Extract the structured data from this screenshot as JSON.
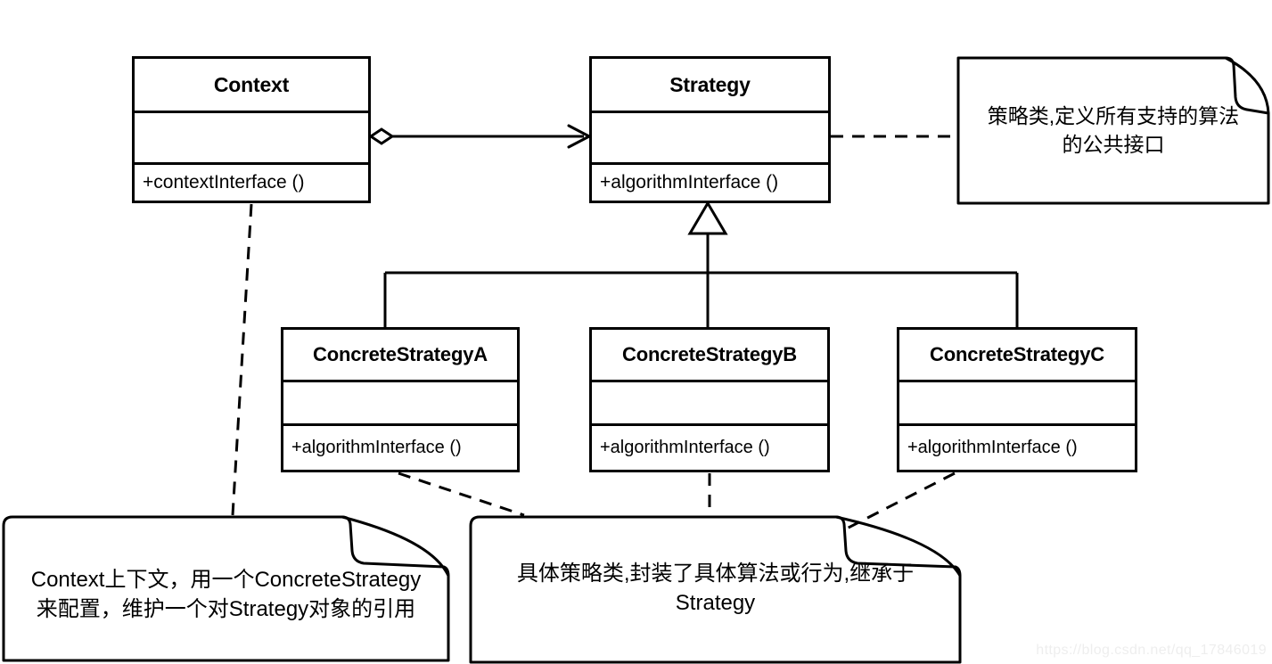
{
  "diagram": {
    "title": "Strategy Pattern UML Class Diagram",
    "stroke_color": "#000000",
    "background_color": "#ffffff",
    "watermark": "https://blog.csdn.net/qq_17846019"
  },
  "classes": [
    {
      "id": "context",
      "name": "Context",
      "attributes": "",
      "operations": "+contextInterface ()"
    },
    {
      "id": "strategy",
      "name": "Strategy",
      "attributes": "",
      "operations": "+algorithmInterface ()"
    },
    {
      "id": "concrete_a",
      "name": "ConcreteStrategyA",
      "attributes": "",
      "operations": "+algorithmInterface ()"
    },
    {
      "id": "concrete_b",
      "name": "ConcreteStrategyB",
      "attributes": "",
      "operations": "+algorithmInterface ()"
    },
    {
      "id": "concrete_c",
      "name": "ConcreteStrategyC",
      "attributes": "",
      "operations": "+algorithmInterface ()"
    }
  ],
  "notes": [
    {
      "id": "note_strategy",
      "text": "策略类,定义所有支持的算法\n的公共接口",
      "attached_to": "Strategy"
    },
    {
      "id": "note_context",
      "text": "Context上下文，用一个ConcreteStrategy\n来配置，维护一个对Strategy对象的引用",
      "attached_to": "Context"
    },
    {
      "id": "note_concrete",
      "text": "具体策略类,封装了具体算法或行为,继承于\nStrategy",
      "attached_to": "ConcreteStrategyA, ConcreteStrategyB, ConcreteStrategyC"
    }
  ],
  "relationships": [
    {
      "id": "rel_aggregation",
      "type": "aggregation",
      "from": "Context",
      "to": "Strategy",
      "source_decoration": "hollow-diamond",
      "target_decoration": "open-arrow",
      "line_style": "solid"
    },
    {
      "id": "rel_inherit_a",
      "type": "generalization",
      "from": "ConcreteStrategyA",
      "to": "Strategy",
      "target_decoration": "hollow-triangle",
      "line_style": "solid"
    },
    {
      "id": "rel_inherit_b",
      "type": "generalization",
      "from": "ConcreteStrategyB",
      "to": "Strategy",
      "target_decoration": "hollow-triangle",
      "line_style": "solid"
    },
    {
      "id": "rel_inherit_c",
      "type": "generalization",
      "from": "ConcreteStrategyC",
      "to": "Strategy",
      "target_decoration": "hollow-triangle",
      "line_style": "solid"
    },
    {
      "id": "rel_note_strategy",
      "type": "note-anchor",
      "from": "note_strategy",
      "to": "Strategy",
      "line_style": "dashed"
    },
    {
      "id": "rel_note_context",
      "type": "note-anchor",
      "from": "note_context",
      "to": "Context",
      "line_style": "dashed"
    },
    {
      "id": "rel_note_concrete_a",
      "type": "note-anchor",
      "from": "note_concrete",
      "to": "ConcreteStrategyA",
      "line_style": "dashed"
    },
    {
      "id": "rel_note_concrete_b",
      "type": "note-anchor",
      "from": "note_concrete",
      "to": "ConcreteStrategyB",
      "line_style": "dashed"
    },
    {
      "id": "rel_note_concrete_c",
      "type": "note-anchor",
      "from": "note_concrete",
      "to": "ConcreteStrategyC",
      "line_style": "dashed"
    }
  ]
}
